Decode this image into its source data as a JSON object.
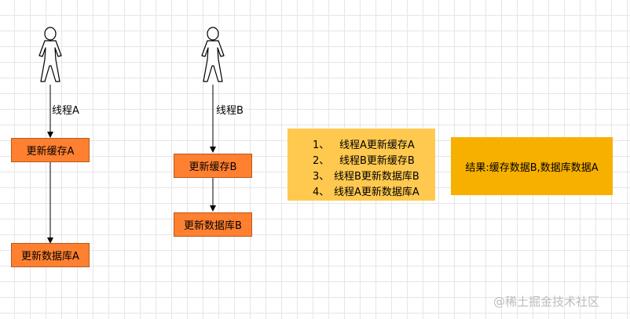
{
  "thread_a": {
    "edge_label": "线程A",
    "step1": "更新缓存A",
    "step2": "更新数据库A"
  },
  "thread_b": {
    "edge_label": "线程B",
    "step1": "更新缓存B",
    "step2": "更新数据库B"
  },
  "sequence": [
    {
      "num": "1、",
      "text": "线程A更新缓存A"
    },
    {
      "num": "2、",
      "text": "线程B更新缓存B"
    },
    {
      "num": "3、",
      "text": "线程B更新数据库B"
    },
    {
      "num": "4、",
      "text": "线程A更新数据库A"
    }
  ],
  "result": "结果:缓存数据B,数据库数据A",
  "watermark": "@稀土掘金技术社区",
  "colors": {
    "process_box": "#ff8030",
    "sequence_box": "#ffc94f",
    "result_box": "#f7b000"
  }
}
